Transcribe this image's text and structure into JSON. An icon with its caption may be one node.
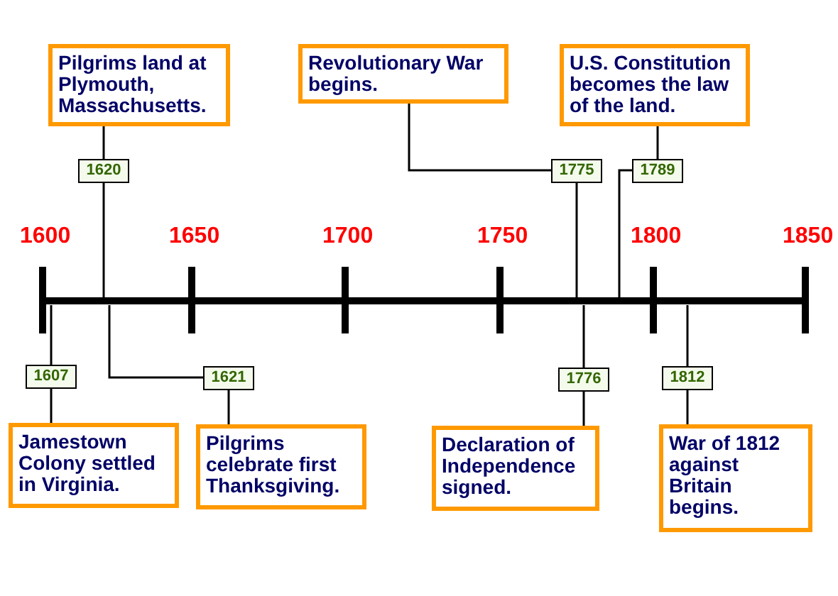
{
  "diagram": {
    "nodes": [
      {
        "text": [
          "Pilgrims land at Plymouth, Massachusetts."
        ]
      },
      {
        "text": [
          "Revolutionary War begins."
        ]
      },
      {
        "text": [
          "U.S. Constitution becomes the law of the land."
        ]
      },
      {
        "text": [
          "1620"
        ]
      },
      {
        "text": [
          "1775"
        ]
      },
      {
        "text": [
          "1789"
        ]
      },
      {
        "text": [
          "1607"
        ]
      },
      {
        "text": [
          "1621"
        ]
      },
      {
        "text": [
          "1776"
        ]
      },
      {
        "text": [
          "1812"
        ]
      },
      {
        "text": [
          "Jamestown Colony settled in Virginia."
        ]
      },
      {
        "text": [
          "Pilgrims celebrate first Thanksgiving."
        ]
      },
      {
        "text": [
          "Declaration of Independence signed."
        ]
      },
      {
        "text": [
          "War of 1812 against Britain begins."
        ]
      }
    ],
    "edges": [
      {
        "from": 0,
        "to": 3,
        "arrow": "none"
      },
      {
        "from": 3,
        "to": null,
        "arrow": "none"
      },
      {
        "from": 1,
        "to": 4,
        "arrow": "none"
      },
      {
        "from": 4,
        "to": null,
        "arrow": "none"
      },
      {
        "from": 2,
        "to": 5,
        "arrow": "none"
      },
      {
        "from": 5,
        "to": null,
        "arrow": "none"
      },
      {
        "from": 6,
        "to": null,
        "arrow": "none"
      },
      {
        "from": 10,
        "to": 6,
        "arrow": "none"
      },
      {
        "from": 7,
        "to": null,
        "arrow": "none"
      },
      {
        "from": 11,
        "to": 7,
        "arrow": "none"
      },
      {
        "from": 8,
        "to": null,
        "arrow": "none"
      },
      {
        "from": 12,
        "to": 8,
        "arrow": "none"
      },
      {
        "from": 9,
        "to": null,
        "arrow": "none"
      },
      {
        "from": 13,
        "to": 9,
        "arrow": "none"
      }
    ],
    "labels": [
      "1600",
      "1650",
      "1700",
      "1750",
      "1800",
      "1850"
    ]
  }
}
